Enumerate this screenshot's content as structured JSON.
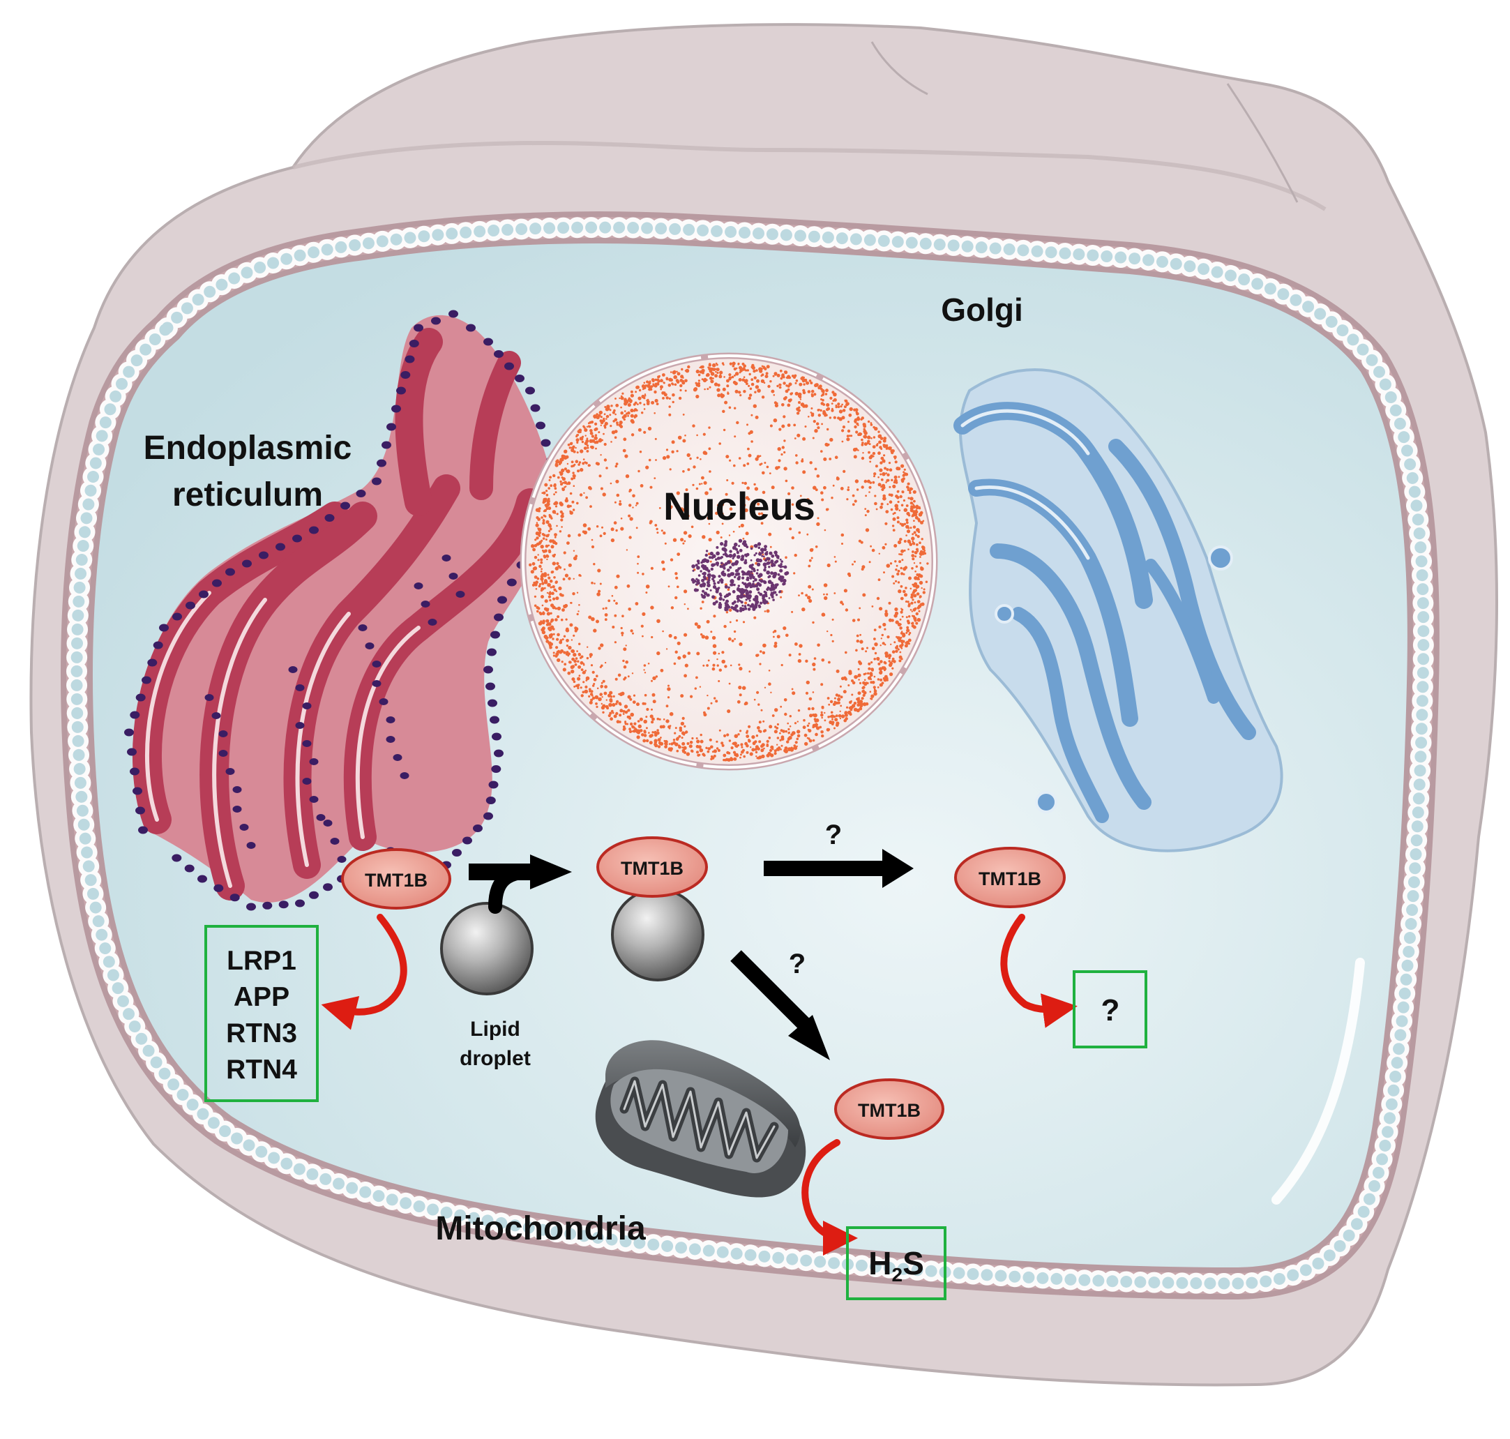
{
  "organelles": {
    "er": {
      "line1": "Endoplasmic",
      "line2": "reticulum"
    },
    "nucleus": "Nucleus",
    "golgi": "Golgi",
    "mitochondria": "Mitochondria",
    "lipid_droplet": {
      "line1": "Lipid",
      "line2": "droplet"
    }
  },
  "protein": "TMT1B",
  "unknown_mark": "?",
  "er_substrates": [
    "LRP1",
    "APP",
    "RTN3",
    "RTN4"
  ],
  "mito_product": {
    "base": "H",
    "subscript": "2",
    "tail": "S"
  },
  "golgi_product": "?",
  "colors": {
    "cell_body": "#cfe4e9",
    "cell_rim": "#ddd1d3",
    "membrane_bead": "#bdd9e0",
    "membrane_line": "#b89aa0",
    "er": "#b73d57",
    "ribosome": "#3a1d63",
    "nucleus_dots": "#ef6a38",
    "nucleolus": "#6b3570",
    "golgi": "#6fa0d0",
    "tmt1b": "#e9a196",
    "tmt1b_edge": "#bb2a22",
    "reaction_arrow": "#dd1d12",
    "result_box": "#1fb13f",
    "flow_arrow": "#000000"
  }
}
